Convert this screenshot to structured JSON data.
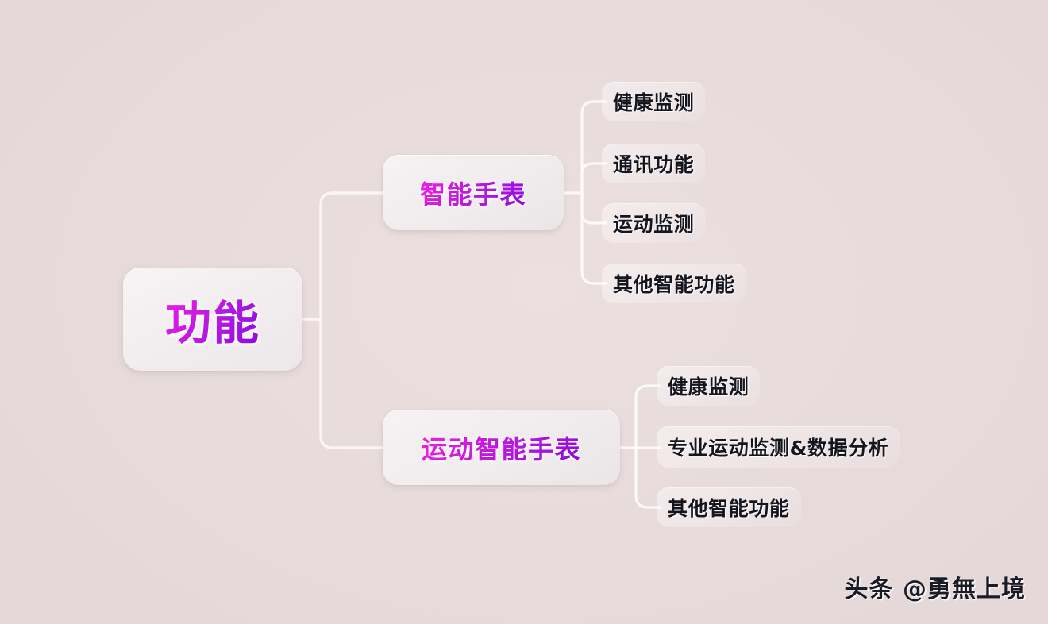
{
  "diagram": {
    "type": "mindmap",
    "orientation": "left-to-right",
    "background_color": "#e7dbdb",
    "node_fill_color": "#f2eef0",
    "connector_color": "#fbf7f7",
    "root_text_gradient": [
      "#f020e8",
      "#8a08dc"
    ],
    "leaf_text_color": "#15151f",
    "root": {
      "label": "功能",
      "branches": [
        {
          "label": "智能手表",
          "leaves": [
            {
              "label": "健康监测"
            },
            {
              "label": "通讯功能"
            },
            {
              "label": "运动监测"
            },
            {
              "label": "其他智能功能"
            }
          ]
        },
        {
          "label": "运动智能手表",
          "leaves": [
            {
              "label": "健康监测"
            },
            {
              "label": "专业运动监测&数据分析"
            },
            {
              "label": "其他智能功能"
            }
          ]
        }
      ]
    }
  },
  "watermark": {
    "text": "头条 @勇無上境"
  }
}
